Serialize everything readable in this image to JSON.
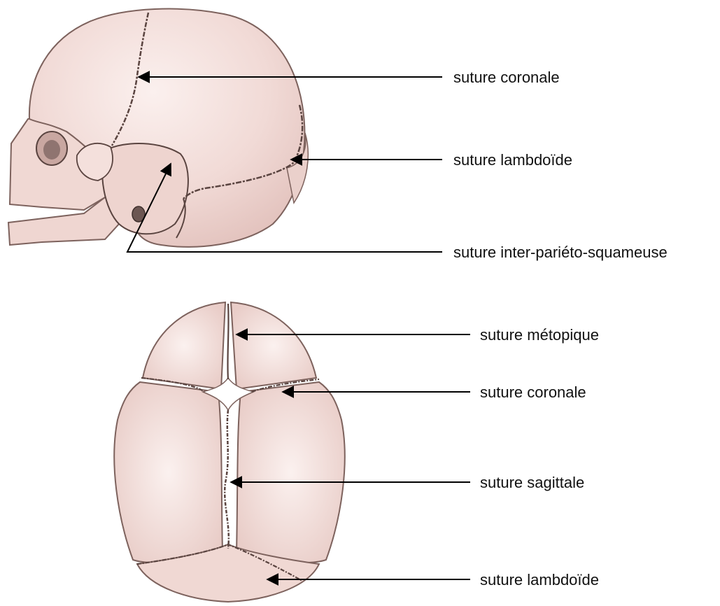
{
  "lateral_view": {
    "labels": {
      "coronal": "suture coronale",
      "lambdoid": "suture lambdoïde",
      "parieto_squamous": "suture inter-pariéto-squameuse"
    }
  },
  "superior_view": {
    "labels": {
      "metopic": "suture métopique",
      "coronal": "suture coronale",
      "sagittal": "suture sagittale",
      "lambdoid": "suture lambdoïde"
    }
  },
  "colors": {
    "bone_fill": "#f2dcd8",
    "bone_shade": "#e6c7c2",
    "bone_highlight": "#fbf0ee",
    "suture_line": "#5a4440",
    "outline": "#7d625d",
    "arrow": "#000000",
    "label_text": "#111111"
  }
}
